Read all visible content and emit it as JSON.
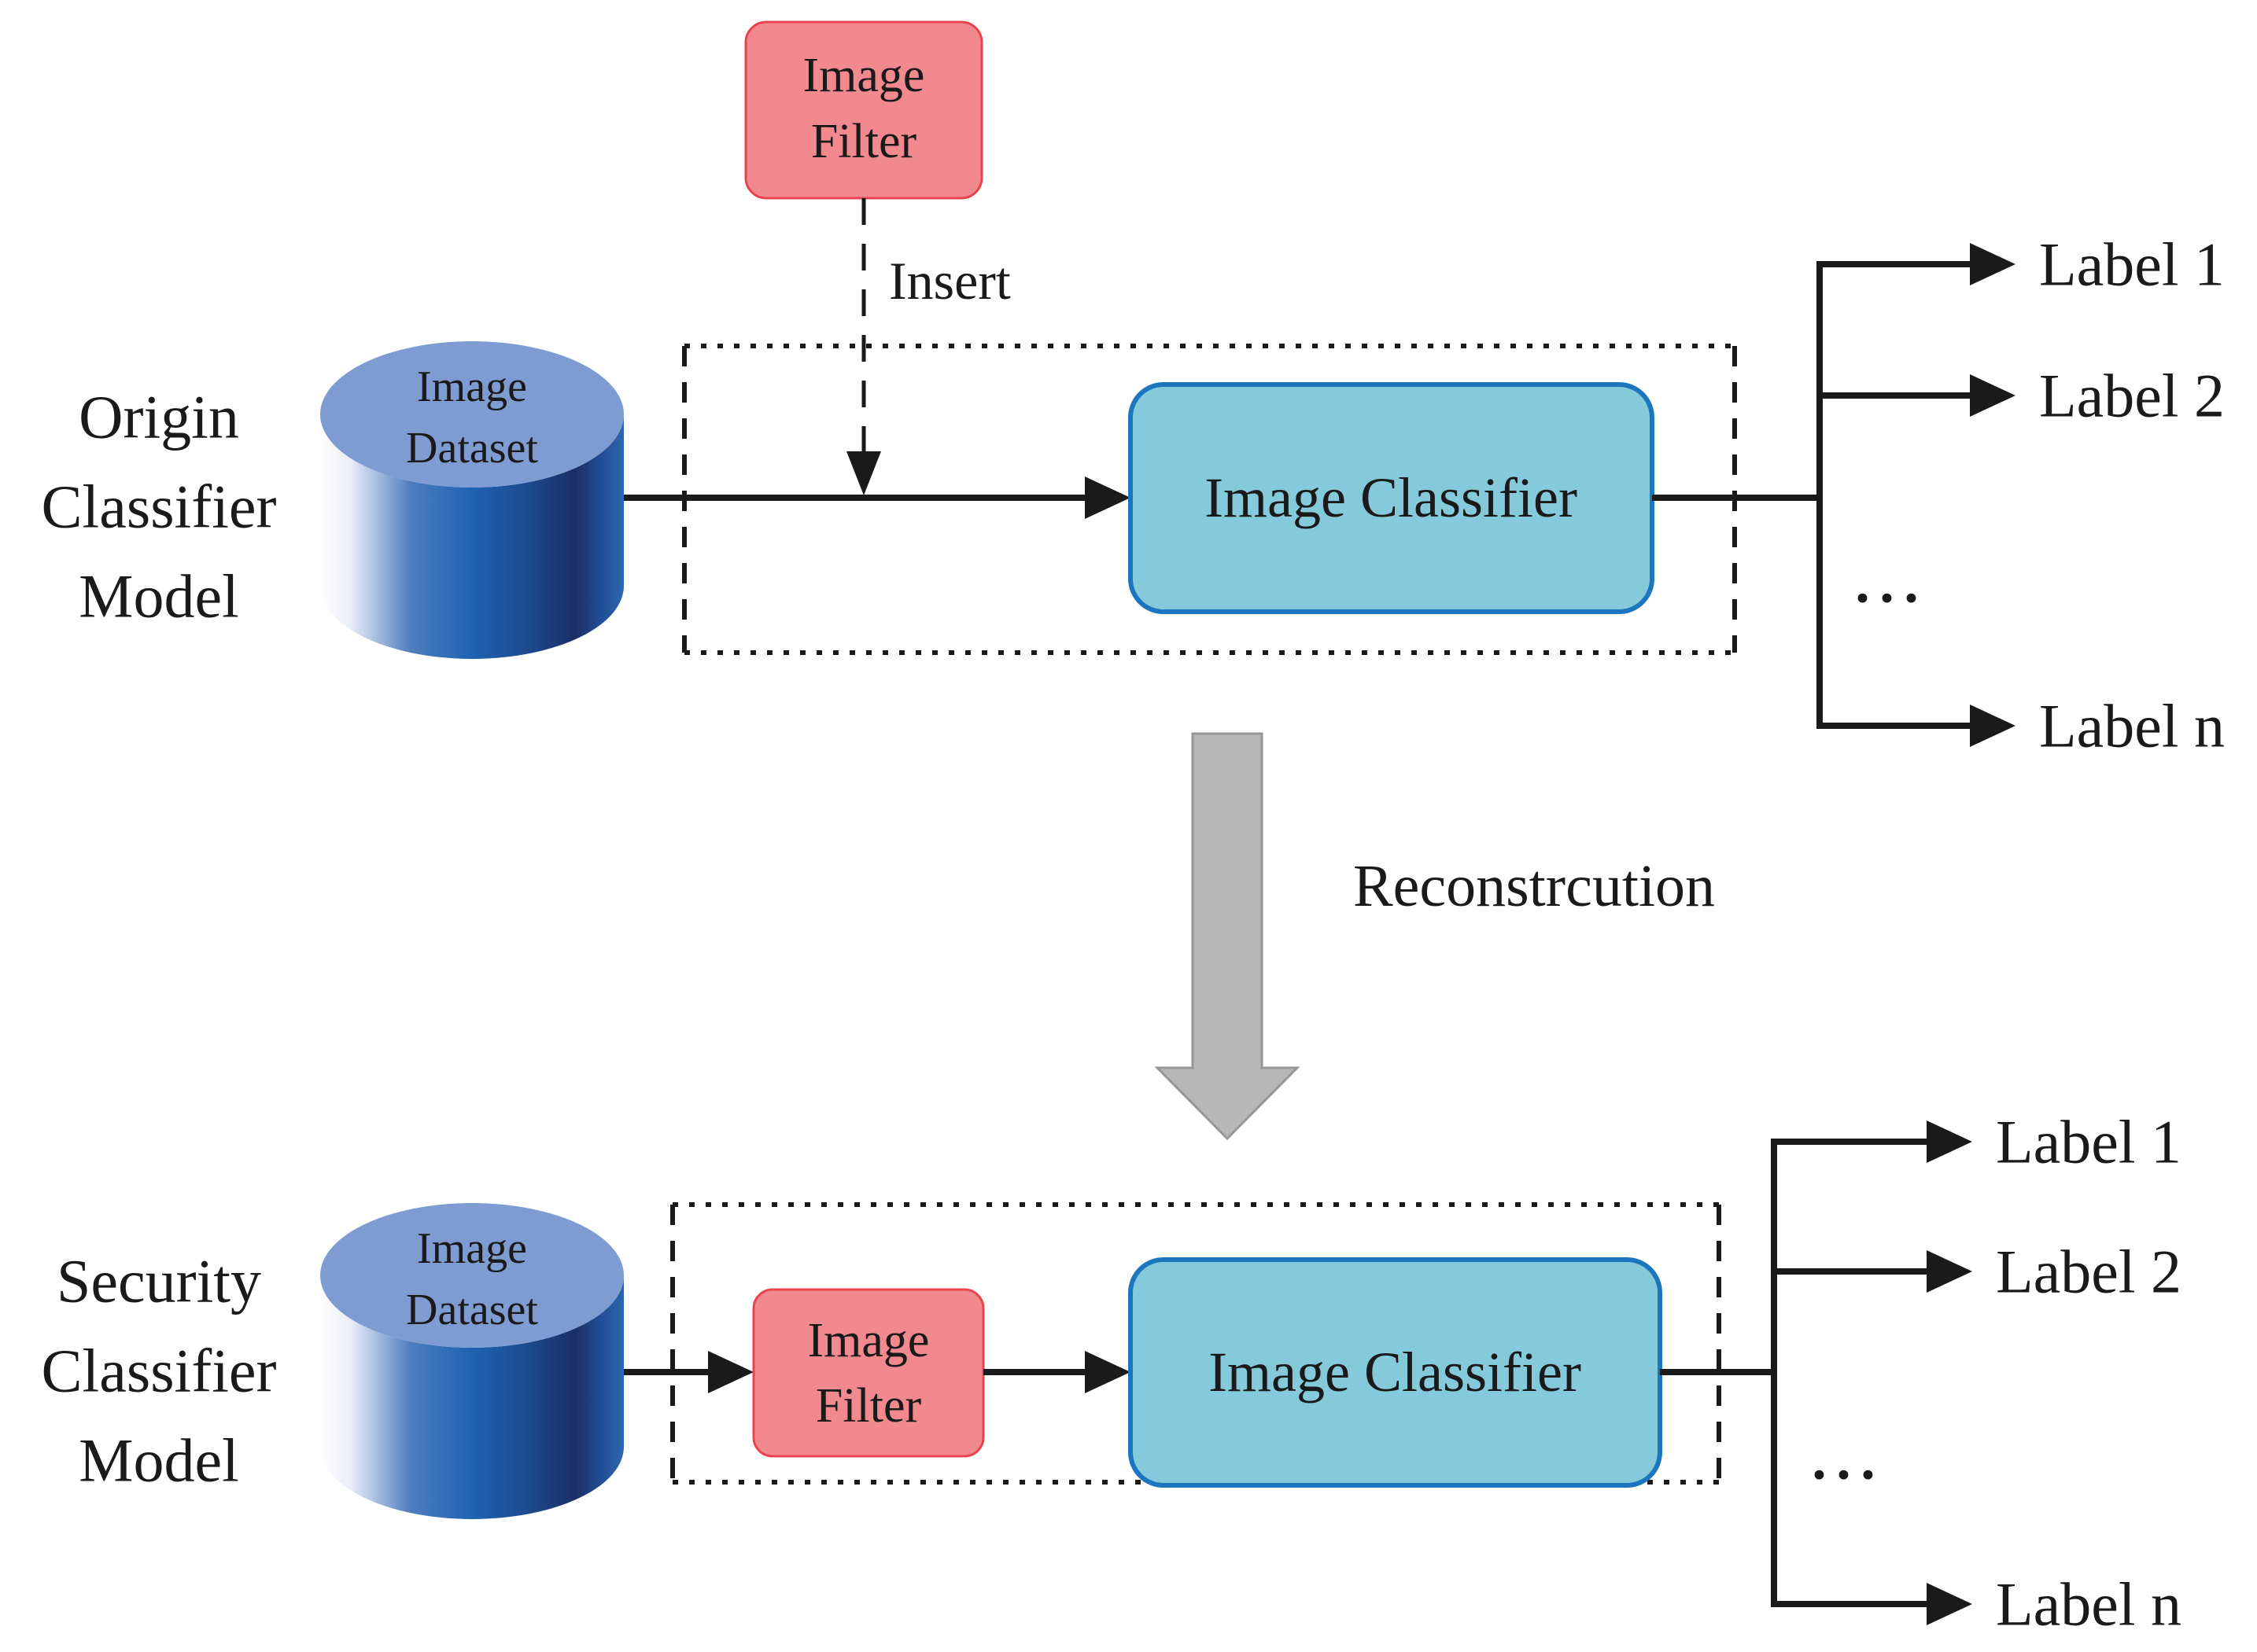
{
  "colors": {
    "filter_fill": "#F2898F",
    "filter_stroke": "#E8444E",
    "classifier_fill": "#85CADB",
    "classifier_stroke": "#1B76BE",
    "cylinder_top_fill": "#7E9CD1",
    "cylinder_body_dark": "#1B2F66",
    "cylinder_body_mid": "#1E63B2",
    "gray_arrow_fill": "#B7B7B7",
    "line_color": "#1A1A1A"
  },
  "top_model": {
    "side_title_lines": [
      "Origin",
      "Classifier",
      "Model"
    ],
    "dataset_label_lines": [
      "Image",
      "Dataset"
    ],
    "filter_box_lines": [
      "Image",
      "Filter"
    ],
    "insert_arrow_label": "Insert",
    "classifier_box_label": "Image Classifier",
    "output_labels": [
      "Label 1",
      "Label 2",
      "Label n"
    ],
    "output_ellipsis": "..."
  },
  "transform_arrow": {
    "label": "Reconstrcution"
  },
  "bottom_model": {
    "side_title_lines": [
      "Security",
      "Classifier",
      "Model"
    ],
    "dataset_label_lines": [
      "Image",
      "Dataset"
    ],
    "filter_box_lines": [
      "Image",
      "Filter"
    ],
    "classifier_box_label": "Image Classifier",
    "output_labels": [
      "Label 1",
      "Label 2",
      "Label n"
    ],
    "output_ellipsis": "..."
  }
}
